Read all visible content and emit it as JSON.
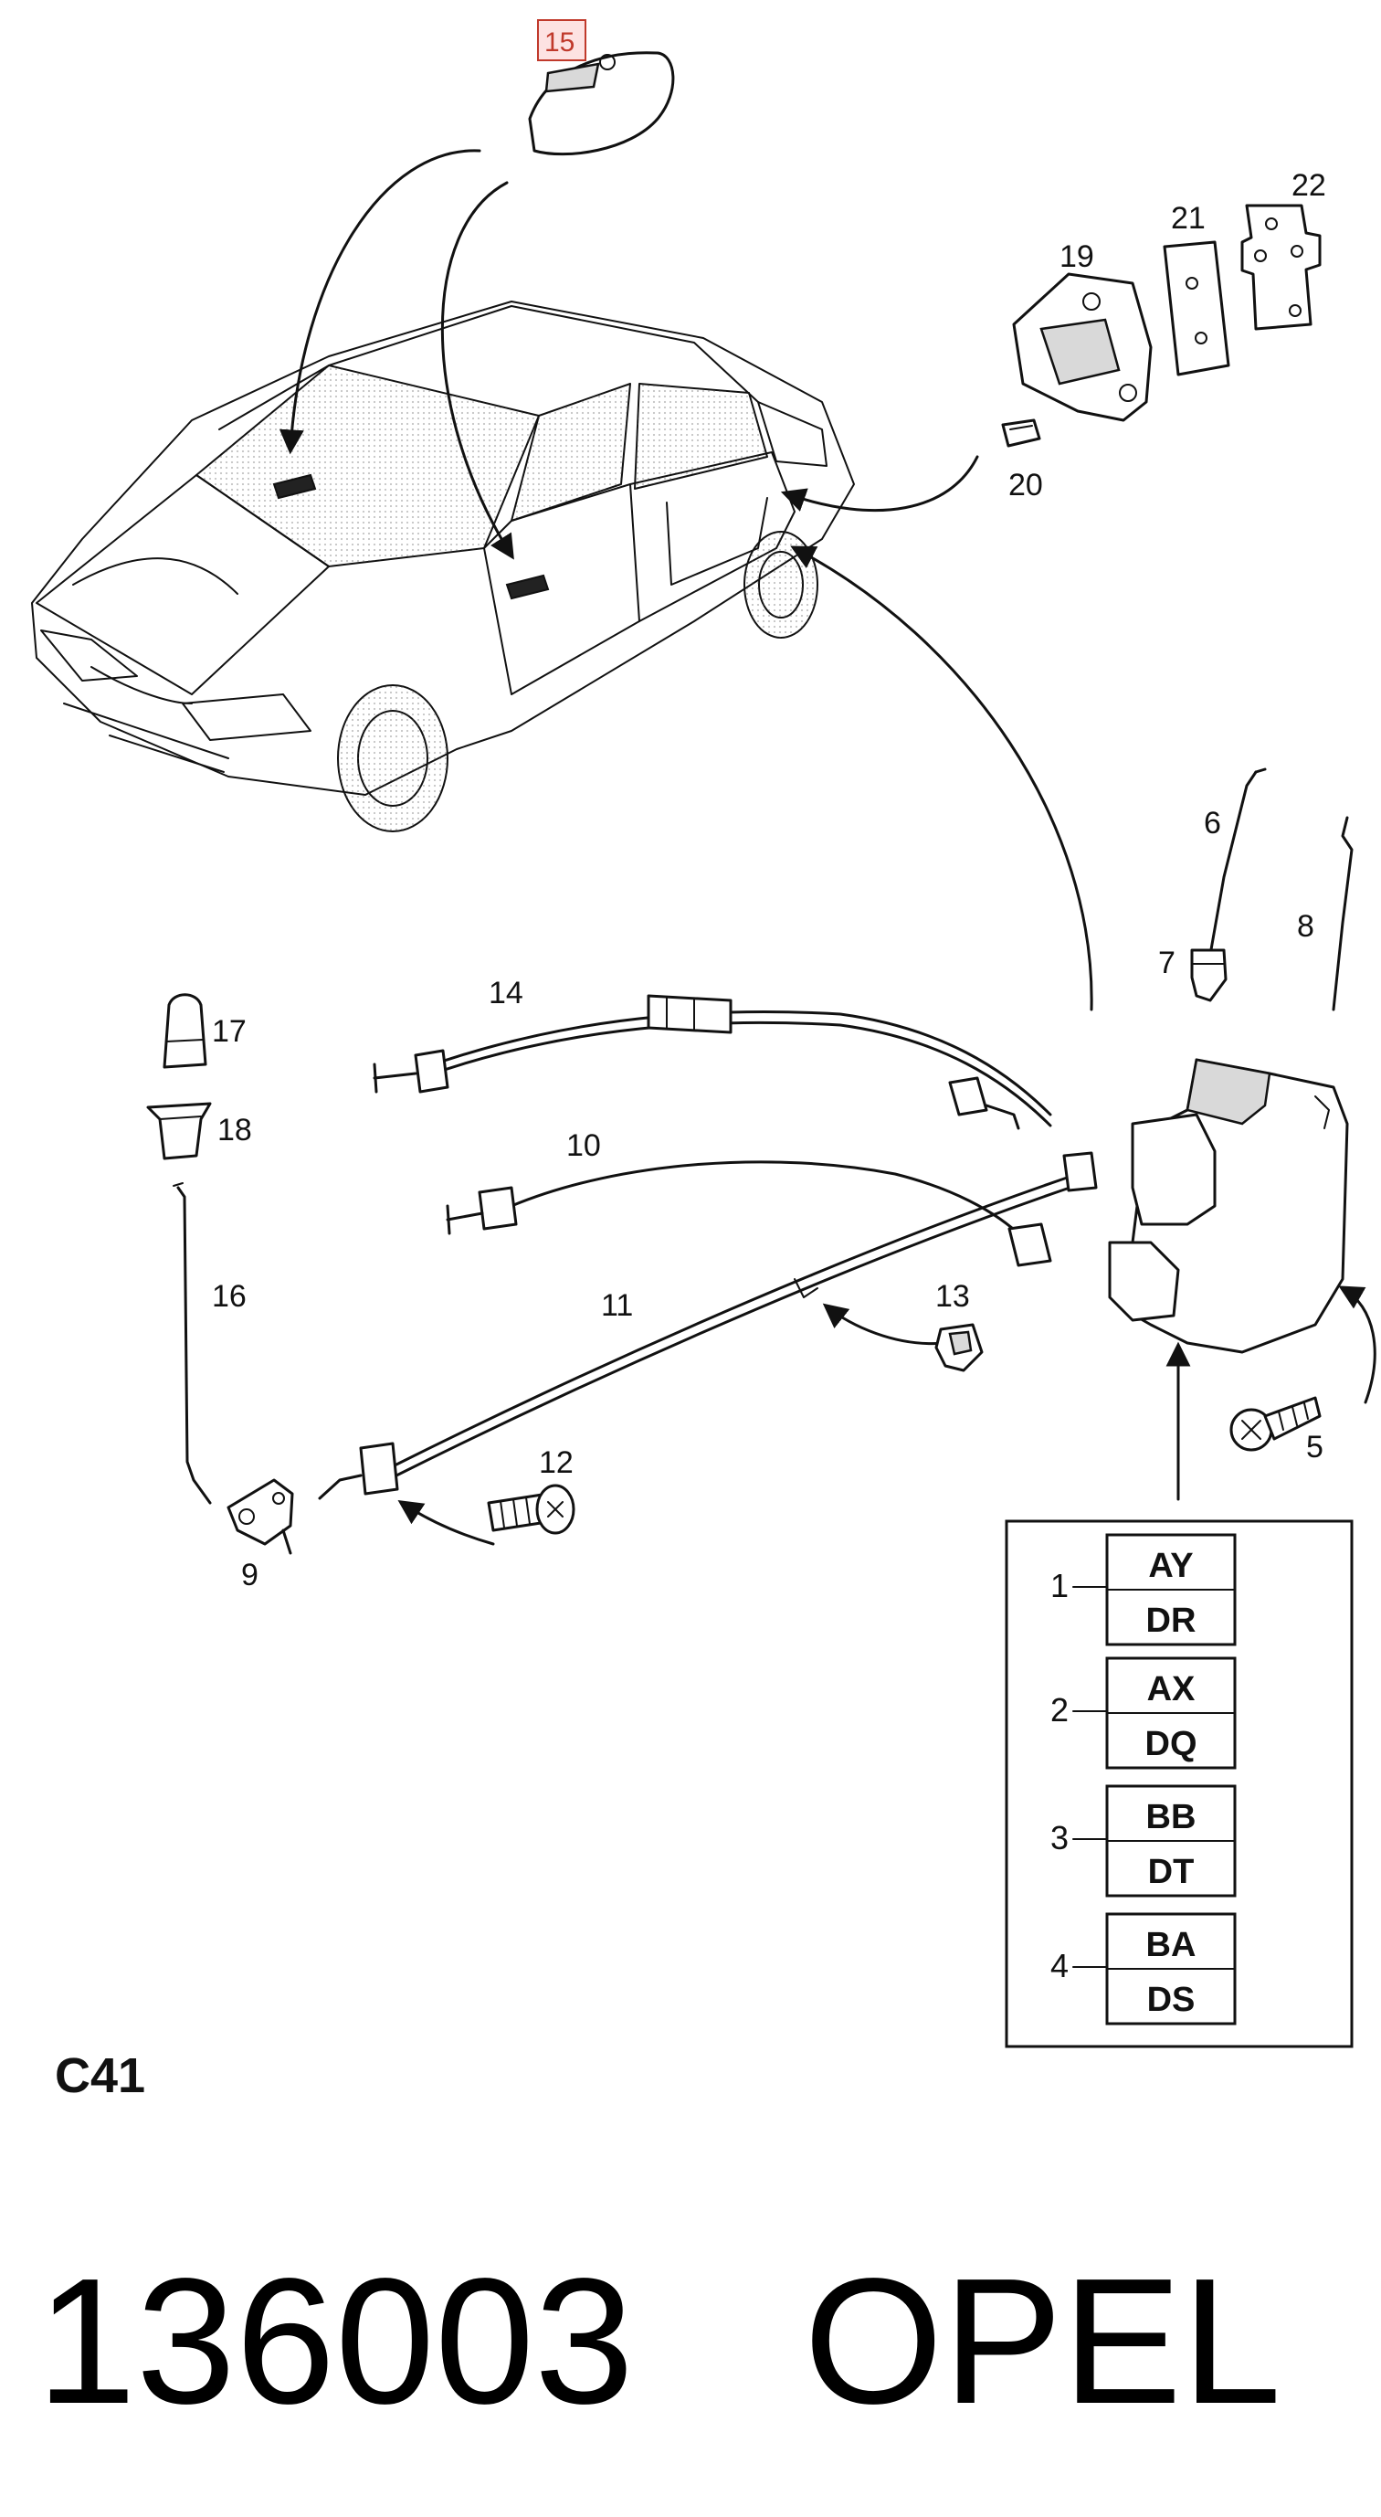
{
  "callouts": {
    "c15": "15",
    "c19": "19",
    "c21": "21",
    "c22": "22",
    "c20": "20",
    "c6": "6",
    "c7": "7",
    "c8": "8",
    "c14": "14",
    "c17": "17",
    "c18": "18",
    "c10": "10",
    "c16": "16",
    "c11": "11",
    "c13": "13",
    "c5": "5",
    "c12": "12",
    "c9": "9"
  },
  "variants": [
    {
      "num": "1",
      "codes": [
        "AY",
        "DR"
      ]
    },
    {
      "num": "2",
      "codes": [
        "AX",
        "DQ"
      ]
    },
    {
      "num": "3",
      "codes": [
        "BB",
        "DT"
      ]
    },
    {
      "num": "4",
      "codes": [
        "BA",
        "DS"
      ]
    }
  ],
  "page_code": "C41",
  "part_number": "136003",
  "brand": "OPEL",
  "colors": {
    "highlight": "#c0392b",
    "highlight_fill": "#fde2e2",
    "ink": "#111111"
  }
}
